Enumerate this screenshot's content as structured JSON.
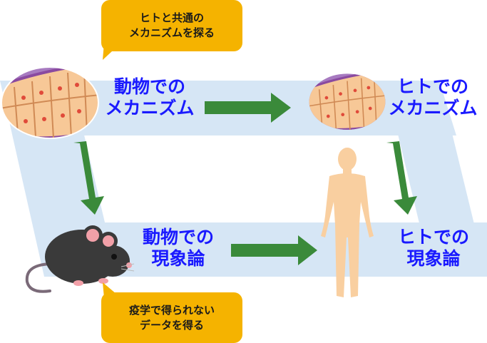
{
  "bubbles": {
    "top": {
      "line1": "ヒトと共通の",
      "line2": "メカニズムを探る"
    },
    "bottom": {
      "line1": "疫学で得られない",
      "line2": "データを得る"
    }
  },
  "labels": {
    "animal_mechanism": {
      "line1": "動物での",
      "line2": "メカニズム"
    },
    "human_mechanism": {
      "line1": "ヒトでの",
      "line2": "メカニズム"
    },
    "animal_phenomenon": {
      "line1": "動物での",
      "line2": "現象論"
    },
    "human_phenomenon": {
      "line1": "ヒトでの",
      "line2": "現象論"
    }
  },
  "colors": {
    "band": "#d6e6f5",
    "arrow": "#3a8a3a",
    "label_text": "#1a1aff",
    "bubble": "#f5b300",
    "human_figure": "#f9cfa0",
    "mouse_body": "#3a3a3a",
    "mouse_ear": "#f2a0a8",
    "cell_fill": "#f7c897",
    "cell_membrane": "#8a4aa0"
  },
  "icons": [
    "cell-tissue-icon",
    "mouse-illustration",
    "human-figure-illustration"
  ]
}
